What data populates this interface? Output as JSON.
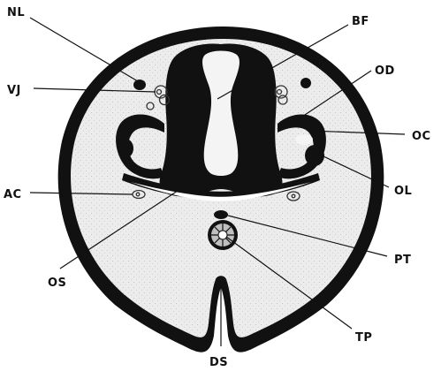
{
  "labels": {
    "nl": "NL",
    "bf": "BF",
    "vj": "VJ",
    "od": "OD",
    "oc": "OC",
    "ac": "AC",
    "ol": "OL",
    "os": "OS",
    "pt": "PT",
    "tp": "TP",
    "ds": "DS"
  },
  "colors": {
    "ink": "#111111",
    "tissue": "#e9e9e9",
    "paper": "#ffffff"
  }
}
